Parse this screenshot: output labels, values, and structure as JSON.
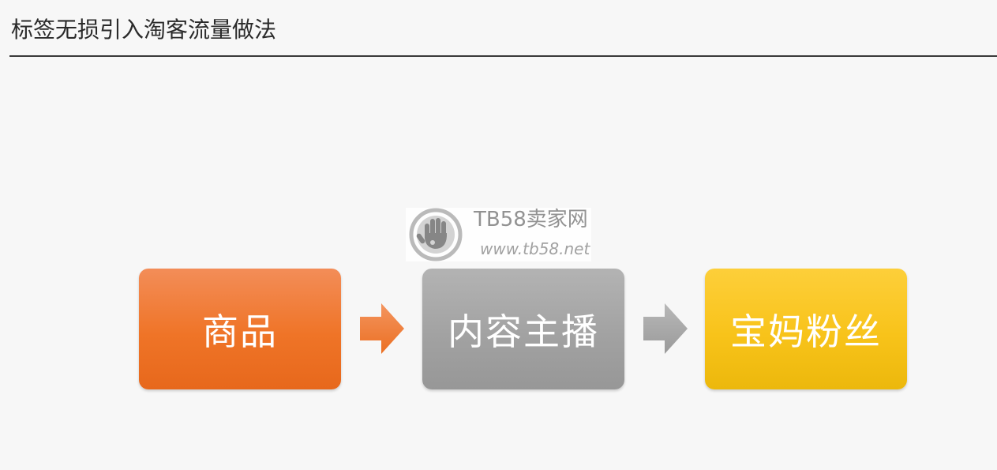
{
  "slide": {
    "title": "标签无损引入淘客流量做法"
  },
  "watermark": {
    "brand": "TB58卖家网",
    "url": "www.tb58.net",
    "logo_icon": "hand-icon"
  },
  "flow": {
    "steps": [
      {
        "label": "商品",
        "color": "#ef7427"
      },
      {
        "label": "内容主播",
        "color": "#a2a2a2"
      },
      {
        "label": "宝妈粉丝",
        "color": "#f8c31a"
      }
    ],
    "arrows": [
      {
        "color": "#ef7f3a",
        "icon": "arrow-right-icon"
      },
      {
        "color": "#a6a6a6",
        "icon": "arrow-right-icon"
      }
    ]
  }
}
